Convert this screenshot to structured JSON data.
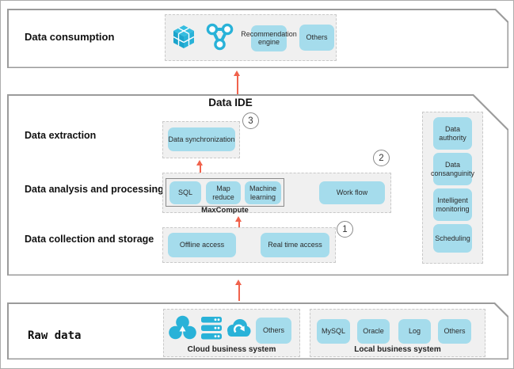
{
  "colors": {
    "button_blue": "#a5dcec",
    "icon_blue": "#29b2d8",
    "arrow_red": "#f0624c",
    "panel_fill": "#f0f0f0",
    "box_border": "#9b9b9b"
  },
  "consumption": {
    "label": "Data consumption",
    "icons": [
      "cube-icon",
      "network-icon"
    ],
    "recommendation_label": "Recommendation engine",
    "others_label": "Others"
  },
  "ide": {
    "title": "Data IDE",
    "extraction": {
      "label": "Data extraction",
      "sync_label": "Data synchronization",
      "badge": "3"
    },
    "analysis": {
      "label": "Data analysis and processing",
      "maxcompute": {
        "label": "MaxCompute",
        "buttons": [
          "SQL",
          "Map reduce",
          "Machine learning"
        ]
      },
      "workflow_label": "Work flow",
      "badge": "2"
    },
    "collection": {
      "label": "Data collection and storage",
      "buttons": [
        "Offline access",
        "Real time access"
      ],
      "badge": "1"
    },
    "side_panel": {
      "buttons": [
        "Data authority",
        "Data consanguinity",
        "Intelligent monitoring",
        "Scheduling"
      ]
    }
  },
  "raw": {
    "label": "Raw data",
    "cloud": {
      "label": "Cloud business system",
      "icons": [
        "trefoil-icon",
        "server-stack-icon",
        "cloud-sync-icon"
      ],
      "others_label": "Others"
    },
    "local": {
      "label": "Local business system",
      "buttons": [
        "MySQL",
        "Oracle",
        "Log",
        "Others"
      ]
    }
  }
}
